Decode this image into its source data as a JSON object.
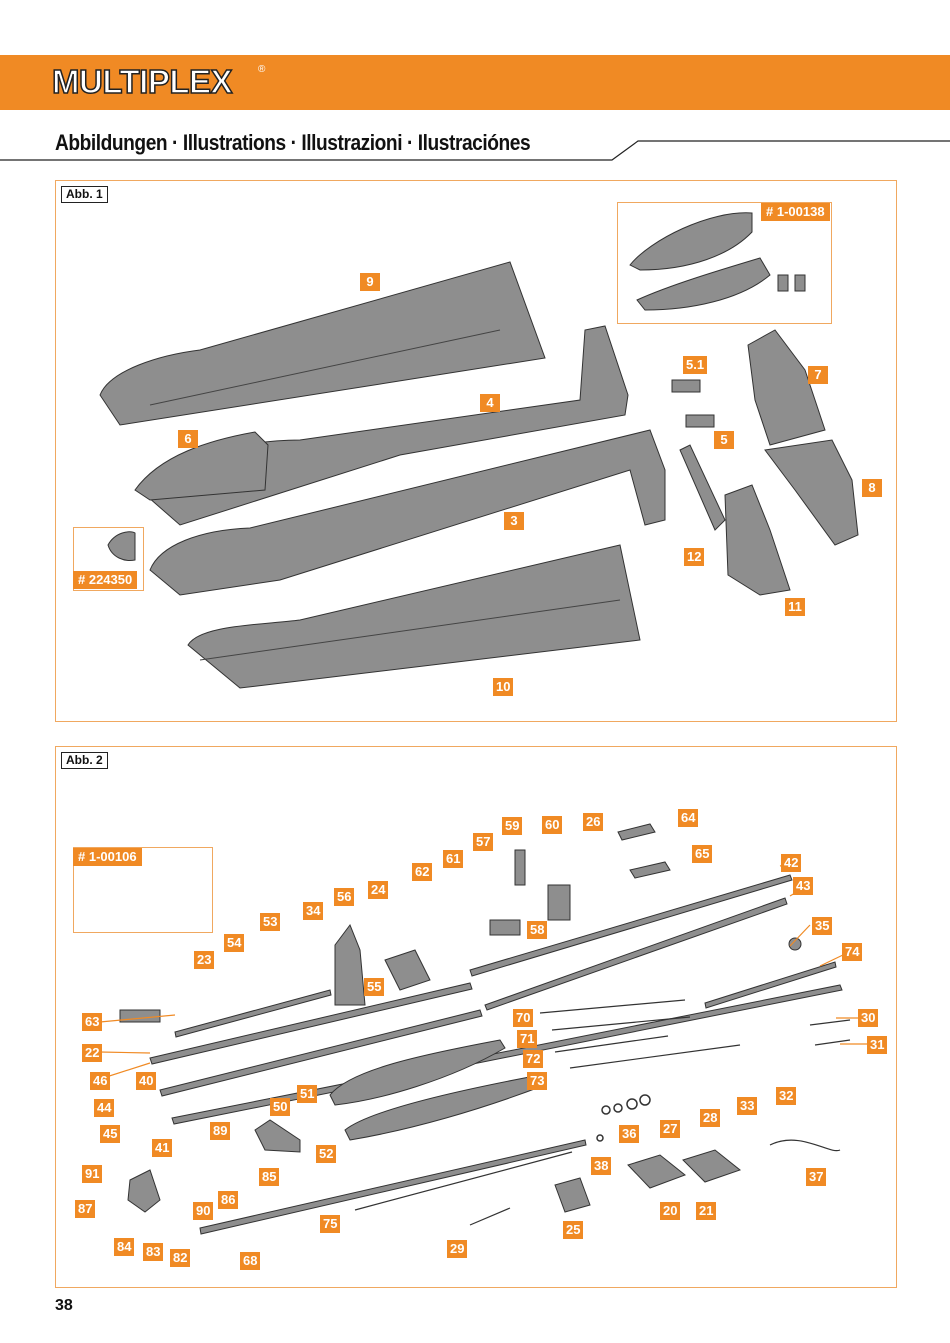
{
  "header": {
    "brand": "MULTIPLEX",
    "registered": "®",
    "band_color": "#f08a24"
  },
  "page_title": "Abbildungen · Illustrations · Illustrazioni · Ilustraciónes",
  "figure1": {
    "label": "Abb. 1",
    "ref_top": "# 1-00138",
    "ref_left": "# 224350",
    "parts": [
      "9",
      "4",
      "5.1",
      "7",
      "6",
      "5",
      "8",
      "3",
      "12",
      "11",
      "10"
    ]
  },
  "figure2": {
    "label": "Abb. 2",
    "ref_box": "# 1-00106",
    "parts": [
      "59",
      "60",
      "26",
      "64",
      "57",
      "65",
      "61",
      "62",
      "42",
      "56",
      "24",
      "43",
      "34",
      "53",
      "35",
      "54",
      "23",
      "58",
      "74",
      "55",
      "63",
      "70",
      "30",
      "22",
      "71",
      "31",
      "72",
      "46",
      "40",
      "73",
      "51",
      "32",
      "44",
      "50",
      "33",
      "28",
      "27",
      "45",
      "41",
      "89",
      "36",
      "52",
      "38",
      "37",
      "91",
      "85",
      "87",
      "86",
      "90",
      "75",
      "20",
      "21",
      "25",
      "84",
      "83",
      "82",
      "68",
      "29"
    ]
  },
  "page_number": "38",
  "colors": {
    "accent": "#f08a24",
    "frame": "#f0a860",
    "part_fill": "#8e8e8e",
    "part_stroke": "#333333"
  }
}
